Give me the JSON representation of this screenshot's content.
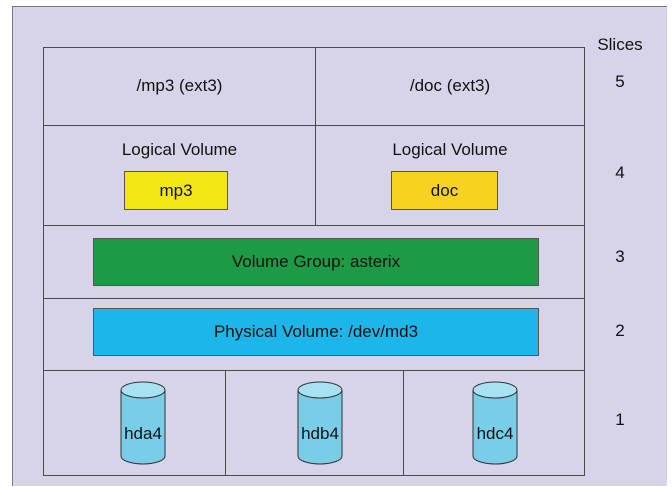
{
  "colors": {
    "background": "#d7d3e8",
    "logical_volume_box": "#f3e614",
    "logical_volume_doc_box": "#f7d21f",
    "volume_group_box": "#1c9a45",
    "physical_volume_box": "#1cb6ea",
    "disk_body": "#79cde8",
    "disk_top": "#a8e2f2"
  },
  "diagram": {
    "header": "Slices",
    "rows": [
      {
        "left_label": "/mp3 (ext3)",
        "right_label": "/doc (ext3)",
        "slice": "5"
      },
      {
        "left_title": "Logical Volume",
        "left_box": "mp3",
        "right_title": "Logical Volume",
        "right_box": "doc",
        "slice": "4"
      },
      {
        "label": "Volume Group: asterix",
        "slice": "3"
      },
      {
        "label": "Physical Volume:  /dev/md3",
        "slice": "2"
      },
      {
        "disks": [
          "hda4",
          "hdb4",
          "hdc4"
        ],
        "slice": "1"
      }
    ]
  }
}
